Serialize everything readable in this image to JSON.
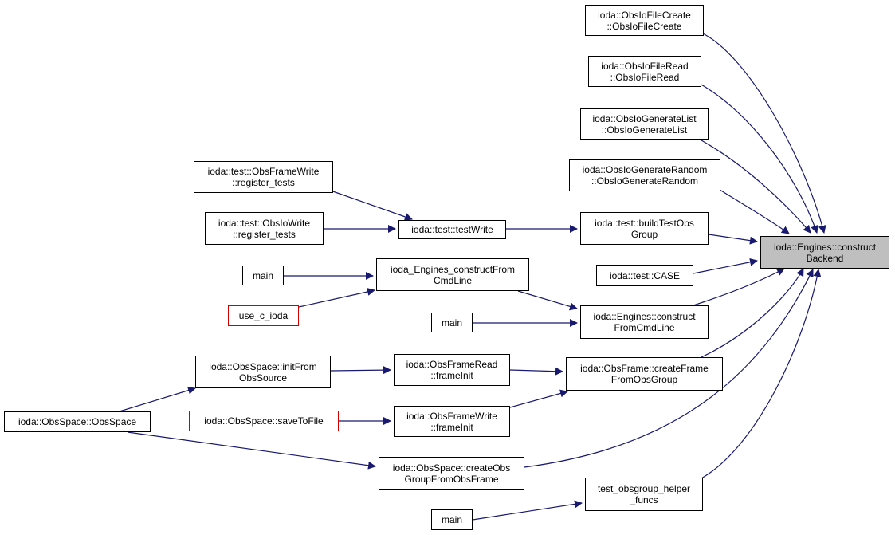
{
  "graph": {
    "colors": {
      "edge": "#191970",
      "node_border": "#000000",
      "external_border": "#ff0000",
      "root_fill": "#bfbfbf"
    },
    "nodes": {
      "root": [
        "ioda::Engines::construct",
        "Backend"
      ],
      "obsiofilecreate": [
        "ioda::ObsIoFileCreate",
        "::ObsIoFileCreate"
      ],
      "obsiofileread": [
        "ioda::ObsIoFileRead",
        "::ObsIoFileRead"
      ],
      "obsiogeneratelist": [
        "ioda::ObsIoGenerateList",
        "::ObsIoGenerateList"
      ],
      "obsiogeneraterandom": [
        "ioda::ObsIoGenerateRandom",
        "::ObsIoGenerateRandom"
      ],
      "buildtestobsgroup": [
        "ioda::test::buildTestObs",
        "Group"
      ],
      "testcase": [
        "ioda::test::CASE"
      ],
      "constructfromcmdline": [
        "ioda::Engines::construct",
        "FromCmdLine"
      ],
      "createframefromobsgroup": [
        "ioda::ObsFrame::createFrame",
        "FromObsGroup"
      ],
      "testobsgrouphelper": [
        "test_obsgroup_helper",
        "_funcs"
      ],
      "testwrite": [
        "ioda::test::testWrite"
      ],
      "ioda_engines_c": [
        "ioda_Engines_constructFrom",
        "CmdLine"
      ],
      "main_b": [
        "main"
      ],
      "framereadinit": [
        "ioda::ObsFrameRead",
        "::frameInit"
      ],
      "framewriteinit": [
        "ioda::ObsFrameWrite",
        "::frameInit"
      ],
      "createobsgroupfromframe": [
        "ioda::ObsSpace::createObs",
        "GroupFromObsFrame"
      ],
      "main_d": [
        "main"
      ],
      "framewrite_register": [
        "ioda::test::ObsFrameWrite",
        "::register_tests"
      ],
      "obsiowrite_register": [
        "ioda::test::ObsIoWrite",
        "::register_tests"
      ],
      "main_a": [
        "main"
      ],
      "use_c_ioda": [
        "use_c_ioda"
      ],
      "initfromobssource": [
        "ioda::ObsSpace::initFrom",
        "ObsSource"
      ],
      "savetofile": [
        "ioda::ObsSpace::saveToFile"
      ],
      "obsspace_ctor": [
        "ioda::ObsSpace::ObsSpace"
      ]
    }
  }
}
